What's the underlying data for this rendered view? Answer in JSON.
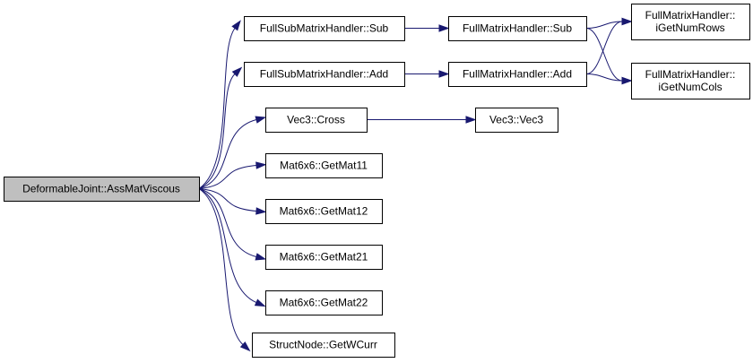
{
  "diagram": {
    "nodes": [
      {
        "id": "root",
        "lines": [
          "DeformableJoint::AssMatViscous"
        ]
      },
      {
        "id": "fsub_sub",
        "lines": [
          "FullSubMatrixHandler::Sub"
        ]
      },
      {
        "id": "fsub_add",
        "lines": [
          "FullSubMatrixHandler::Add"
        ]
      },
      {
        "id": "vec3_cross",
        "lines": [
          "Vec3::Cross"
        ]
      },
      {
        "id": "mat11",
        "lines": [
          "Mat6x6::GetMat11"
        ]
      },
      {
        "id": "mat12",
        "lines": [
          "Mat6x6::GetMat12"
        ]
      },
      {
        "id": "mat21",
        "lines": [
          "Mat6x6::GetMat21"
        ]
      },
      {
        "id": "mat22",
        "lines": [
          "Mat6x6::GetMat22"
        ]
      },
      {
        "id": "getwcurr",
        "lines": [
          "StructNode::GetWCurr"
        ]
      },
      {
        "id": "fm_sub",
        "lines": [
          "FullMatrixHandler::Sub"
        ]
      },
      {
        "id": "fm_add",
        "lines": [
          "FullMatrixHandler::Add"
        ]
      },
      {
        "id": "vec3_vec3",
        "lines": [
          "Vec3::Vec3"
        ]
      },
      {
        "id": "getnumrows",
        "lines": [
          "FullMatrixHandler::",
          "iGetNumRows"
        ]
      },
      {
        "id": "getnumcols",
        "lines": [
          "FullMatrixHandler::",
          "iGetNumCols"
        ]
      }
    ],
    "edges": [
      {
        "from": "root",
        "to": "fsub_sub"
      },
      {
        "from": "root",
        "to": "fsub_add"
      },
      {
        "from": "root",
        "to": "vec3_cross"
      },
      {
        "from": "root",
        "to": "mat11"
      },
      {
        "from": "root",
        "to": "mat12"
      },
      {
        "from": "root",
        "to": "mat21"
      },
      {
        "from": "root",
        "to": "mat22"
      },
      {
        "from": "root",
        "to": "getwcurr"
      },
      {
        "from": "fsub_sub",
        "to": "fm_sub"
      },
      {
        "from": "fsub_add",
        "to": "fm_add"
      },
      {
        "from": "vec3_cross",
        "to": "vec3_vec3"
      },
      {
        "from": "fm_sub",
        "to": "getnumrows"
      },
      {
        "from": "fm_sub",
        "to": "getnumcols"
      },
      {
        "from": "fm_add",
        "to": "getnumrows"
      },
      {
        "from": "fm_add",
        "to": "getnumcols"
      }
    ]
  }
}
